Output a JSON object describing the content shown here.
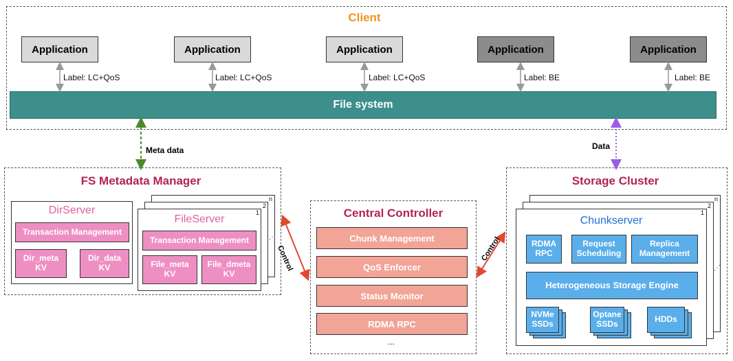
{
  "client": {
    "title": "Client",
    "apps": [
      {
        "label": "Application",
        "tag": "Label: LC+QoS"
      },
      {
        "label": "Application",
        "tag": "Label: LC+QoS"
      },
      {
        "label": "Application",
        "tag": "Label: LC+QoS"
      },
      {
        "label": "Application",
        "tag": "Label: BE"
      },
      {
        "label": "Application",
        "tag": "Label: BE"
      }
    ],
    "filesystem": "File system"
  },
  "links": {
    "meta": "Meta data",
    "data": "Data",
    "control_left": "Control",
    "control_right": "Control"
  },
  "metadata": {
    "title": "FS Metadata Manager",
    "dirserver": {
      "title": "DirServer",
      "txn": "Transaction Management",
      "kv1": "Dir_meta\nKV",
      "kv2": "Dir_data\nKV"
    },
    "fileserver": {
      "title": "FileServer",
      "txn": "Transaction Management",
      "kv1": "File_meta\nKV",
      "kv2": "File_dmeta\nKV",
      "stack_labels": [
        "n",
        "2",
        "1"
      ]
    }
  },
  "controller": {
    "title": "Central Controller",
    "items": [
      "Chunk Management",
      "QoS Enforcer",
      "Status Monitor",
      "RDMA RPC"
    ],
    "more": "..."
  },
  "storage": {
    "title": "Storage Cluster",
    "chunkserver": {
      "title": "Chunkserver",
      "modules": [
        "RDMA\nRPC",
        "Request\nScheduling",
        "Replica\nManagement"
      ],
      "engine": "Heterogeneous Storage Engine",
      "devices": [
        "NVMe\nSSDs",
        "Optane\nSSDs",
        "HDDs"
      ],
      "stack_labels": [
        "n",
        "2",
        "1"
      ]
    }
  },
  "colors": {
    "client_title": "#f0951e",
    "section_title": "#b0254f",
    "filesystem": "#3d8f8c",
    "pink": "#ee8fc3",
    "salmon": "#f2a497",
    "blue": "#5aaeea",
    "meta_arrow": "#4a8a2a",
    "data_arrow": "#9b5de5",
    "control_arrow": "#e0492f"
  },
  "icons": [
    "arrow-icon"
  ]
}
